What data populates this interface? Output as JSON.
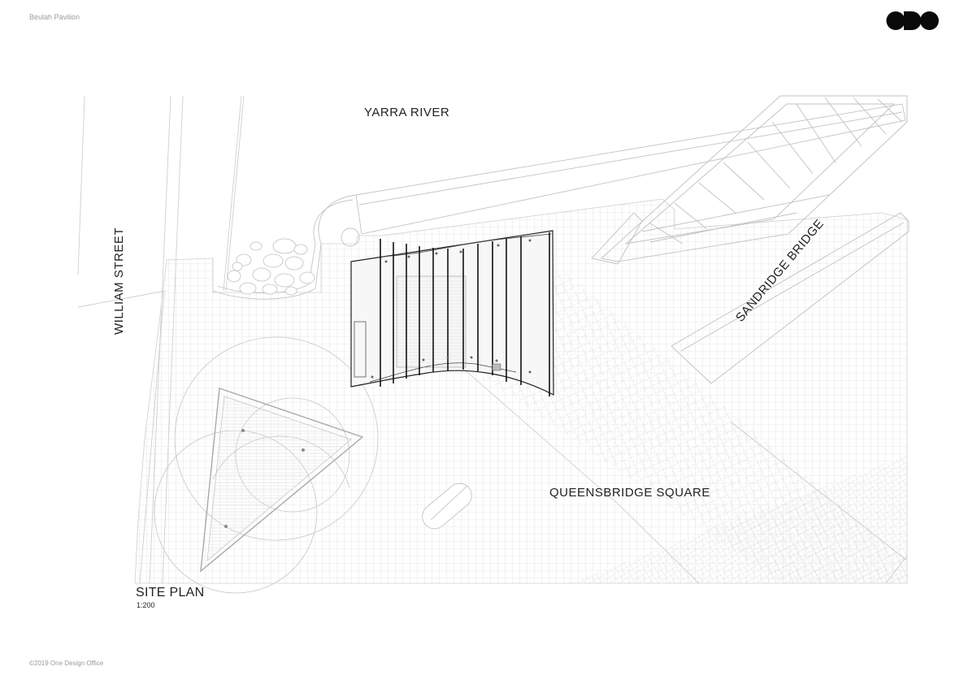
{
  "header": {
    "project_title": "Beulah Pavilion"
  },
  "logo": {
    "text": "ODO",
    "color": "#0a0a0a"
  },
  "plan": {
    "labels": {
      "river": "YARRA RIVER",
      "street": "WILLIAM STREET",
      "bridge": "SANDRIDGE BRIDGE",
      "square": "QUEENSBRIDGE SQUARE"
    },
    "title": "SITE PLAN",
    "scale": "1:200"
  },
  "footer": {
    "copyright": "©2019 One Design Office"
  },
  "colors": {
    "line": "#c8c8c8",
    "line_dark": "#1a1a1a",
    "label": "#222222",
    "meta": "#9a9a9a"
  }
}
